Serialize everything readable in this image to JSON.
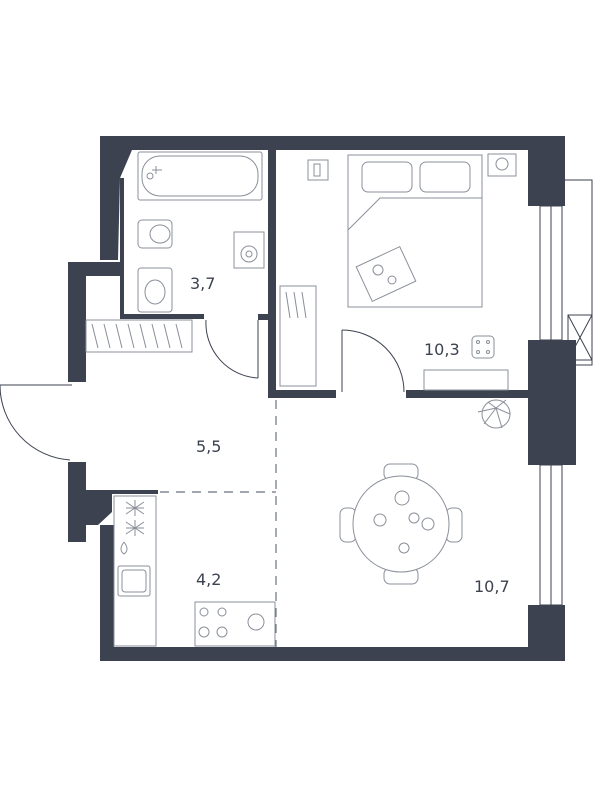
{
  "rooms": [
    {
      "id": "bathroom",
      "area": "3,7"
    },
    {
      "id": "bedroom",
      "area": "10,3"
    },
    {
      "id": "hallway",
      "area": "5,5"
    },
    {
      "id": "kitchen",
      "area": "4,2"
    },
    {
      "id": "living-room",
      "area": "10,7"
    }
  ],
  "colors": {
    "wall": "#3c4250",
    "furniture": "#8a8f99",
    "background": "#ffffff"
  }
}
